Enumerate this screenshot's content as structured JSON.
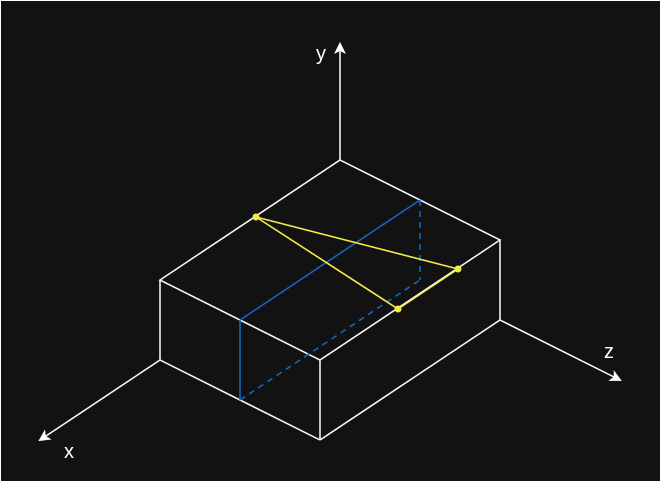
{
  "colors": {
    "background": "#121212",
    "frame": "#ffffff",
    "box_edges": "#ffffff",
    "axes": "#ffffff",
    "section_plane": "#1565c0",
    "triangle": "#f4eb4a",
    "points": "#f4eb4a",
    "text": "#ffffff"
  },
  "axes": {
    "x": {
      "label": "x"
    },
    "y": {
      "label": "y"
    },
    "z": {
      "label": "z"
    }
  },
  "box": {
    "visible_edges": true,
    "hidden_edges_dashed": true
  },
  "section_plane": {
    "shape": "rectangle",
    "hidden_edges_dashed": true
  },
  "triangle": {
    "vertex_count": 3,
    "has_point_markers": true
  }
}
